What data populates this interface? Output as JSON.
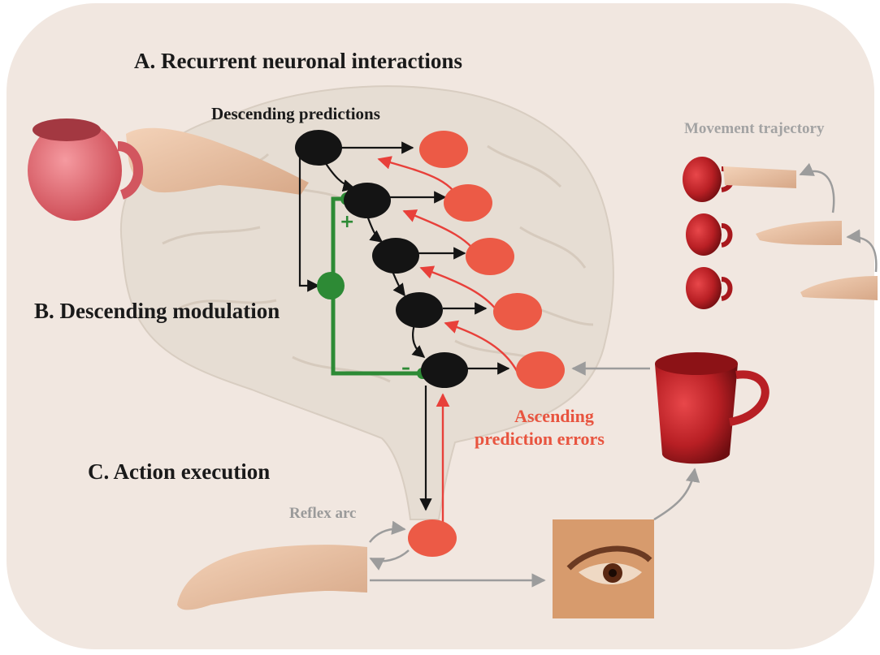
{
  "labels": {
    "a": "A. Recurrent neuronal interactions",
    "b": "B. Descending modulation",
    "c": "C. Action execution",
    "descending_predictions": "Descending predictions",
    "movement_trajectory": "Movement trajectory",
    "reflex_arc": "Reflex arc",
    "ascending_line1": "Ascending",
    "ascending_line2": "prediction errors",
    "plus": "+",
    "minus": "–"
  },
  "colors": {
    "background_panel": "#f1e7e0",
    "brain": "#e6ddd3",
    "prediction_node": "#141414",
    "error_node": "#ec5a46",
    "modulation": "#2d8a35",
    "error_arrow": "#e8403a",
    "gray_arrow": "#9c9c9c",
    "cup_red": "#b81f24"
  }
}
